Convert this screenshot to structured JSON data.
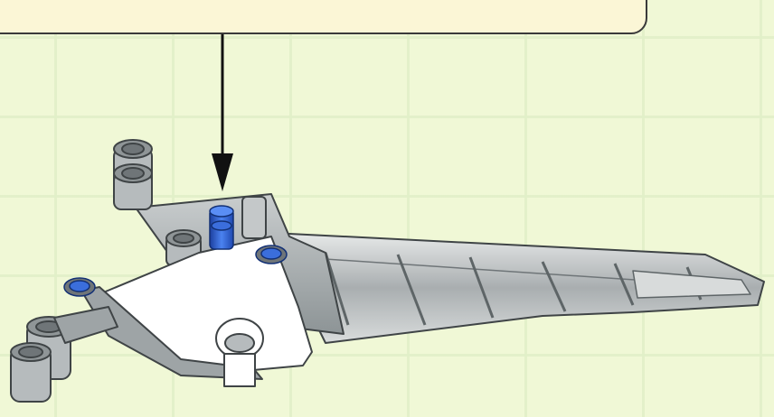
{
  "illustration": {
    "palette": {
      "background": "#f0f8d6",
      "callout_fill": "#fbf6d6",
      "callout_border": "#3a3a3a",
      "arrow": "#111111",
      "part_gray": "#a7adaf",
      "part_dark": "#6f7578",
      "part_white": "#ffffff",
      "wing_glass": "#c9cccc",
      "accent_blue": "#2f62d6"
    },
    "icons": [
      "callout-box",
      "pointer-arrow",
      "mechanical-wing-part",
      "blue-pin"
    ]
  }
}
